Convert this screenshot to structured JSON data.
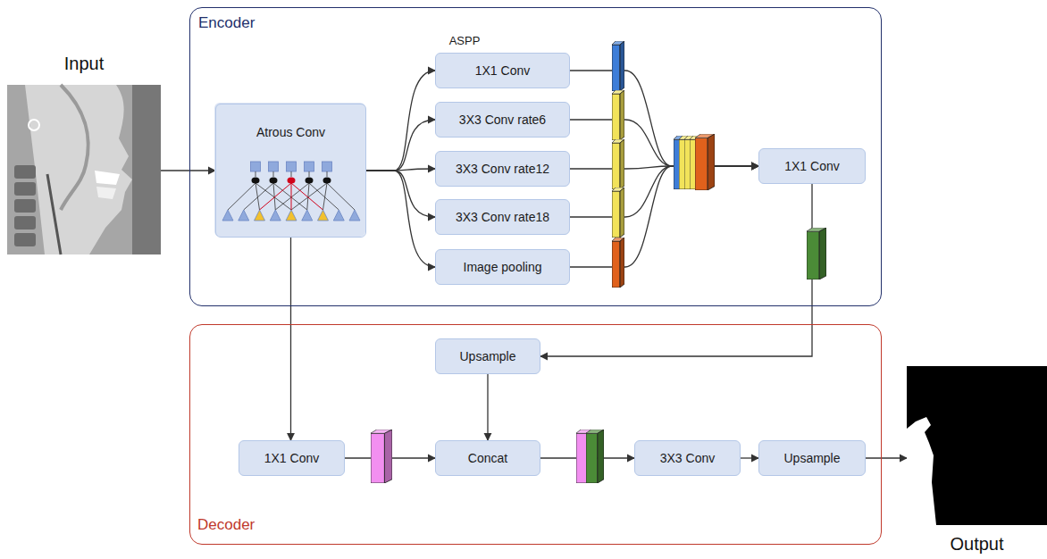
{
  "diagram": {
    "nodes": [
      {
        "text": [
          "Input"
        ]
      },
      {
        "text": [
          "Encoder"
        ]
      },
      {
        "text": [
          "Atrous Conv"
        ],
        "in": 1
      },
      {
        "text": [
          "1X1 Conv"
        ],
        "in": 1
      },
      {
        "text": [
          "3X3 Conv rate6"
        ],
        "in": 1
      },
      {
        "text": [
          "3X3 Conv rate12"
        ],
        "in": 1
      },
      {
        "text": [
          "3X3 Conv rate18"
        ],
        "in": 1
      },
      {
        "text": [
          "Image pooling"
        ],
        "in": 1
      },
      {
        "text": [
          "1X1 Conv"
        ],
        "in": 1
      },
      {
        "text": [
          "Decoder"
        ]
      },
      {
        "text": [
          "Upsample"
        ],
        "in": 9
      },
      {
        "text": [
          "1X1 Conv"
        ],
        "in": 9
      },
      {
        "text": [
          "Concat"
        ],
        "in": 9
      },
      {
        "text": [
          "3X3 Conv"
        ],
        "in": 9
      },
      {
        "text": [
          "Upsample"
        ],
        "in": 9
      },
      {
        "text": [
          "Output"
        ]
      }
    ],
    "edges": [
      {
        "from": 0,
        "to": 2,
        "arrow": "to"
      },
      {
        "from": 2,
        "to": 3,
        "arrow": "to"
      },
      {
        "from": 2,
        "to": 4,
        "arrow": "to"
      },
      {
        "from": 2,
        "to": 5,
        "arrow": "to"
      },
      {
        "from": 2,
        "to": 6,
        "arrow": "to"
      },
      {
        "from": 2,
        "to": 7,
        "arrow": "to"
      },
      {
        "from": 3,
        "to": 8,
        "arrow": "to"
      },
      {
        "from": 4,
        "to": 8,
        "arrow": "to"
      },
      {
        "from": 5,
        "to": 8,
        "arrow": "to"
      },
      {
        "from": 6,
        "to": 8,
        "arrow": "to"
      },
      {
        "from": 7,
        "to": 8,
        "arrow": "to"
      },
      {
        "from": 8,
        "to": 10,
        "arrow": "to"
      },
      {
        "from": 2,
        "to": 11,
        "arrow": "to"
      },
      {
        "from": 11,
        "to": 12,
        "arrow": "to"
      },
      {
        "from": 10,
        "to": 12,
        "arrow": "to"
      },
      {
        "from": 12,
        "to": 13,
        "arrow": "to"
      },
      {
        "from": 13,
        "to": 14,
        "arrow": "to"
      },
      {
        "from": 14,
        "to": 15,
        "arrow": "to"
      }
    ],
    "labels": [
      "ASPP"
    ]
  }
}
